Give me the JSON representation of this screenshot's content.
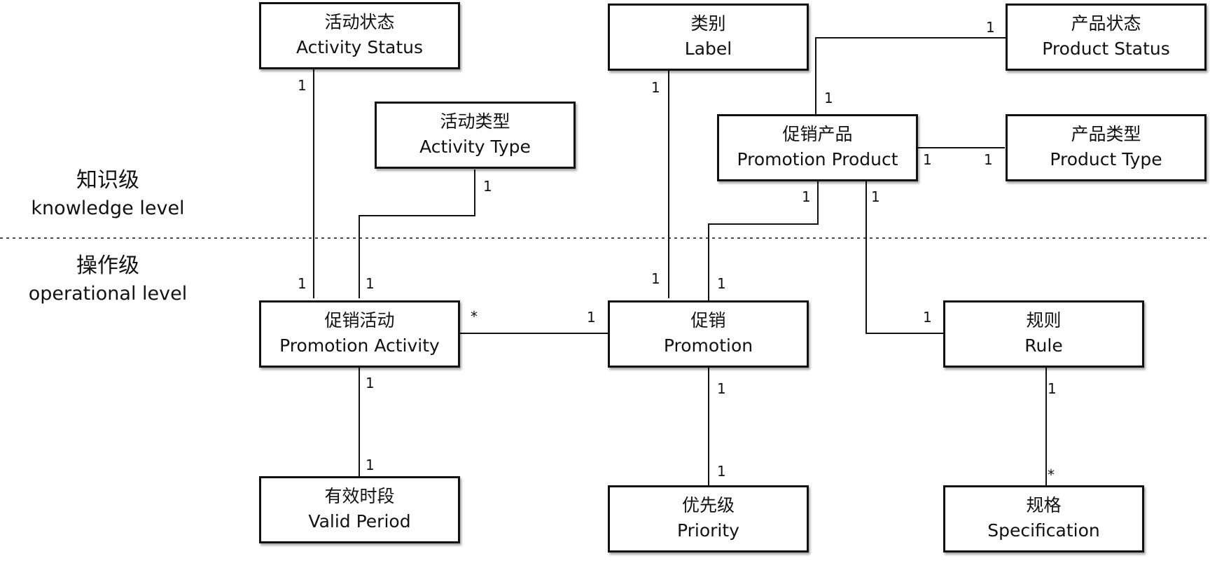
{
  "levels": {
    "knowledge": {
      "zh": "知识级",
      "en": "knowledge level"
    },
    "operational": {
      "zh": "操作级",
      "en": "operational level"
    }
  },
  "boxes": {
    "activity_status": {
      "zh": "活动状态",
      "en": "Activity Status"
    },
    "label": {
      "zh": "类别",
      "en": "Label"
    },
    "product_status": {
      "zh": "产品状态",
      "en": "Product Status"
    },
    "activity_type": {
      "zh": "活动类型",
      "en": "Activity Type"
    },
    "promotion_product": {
      "zh": "促销产品",
      "en": "Promotion Product"
    },
    "product_type": {
      "zh": "产品类型",
      "en": "Product Type"
    },
    "promotion_activity": {
      "zh": "促销活动",
      "en": "Promotion Activity"
    },
    "promotion": {
      "zh": "促销",
      "en": "Promotion"
    },
    "rule": {
      "zh": "规则",
      "en": "Rule"
    },
    "valid_period": {
      "zh": "有效时段",
      "en": "Valid Period"
    },
    "priority": {
      "zh": "优先级",
      "en": "Priority"
    },
    "specification": {
      "zh": "规格",
      "en": "Specification"
    }
  },
  "multiplicities": {
    "activity_status_top": "1",
    "activity_status_bottom": "1",
    "activity_type_top": "1",
    "activity_type_bottom": "1",
    "label_top": "1",
    "label_bottom": "1",
    "product_status_left": "1",
    "product_status_right": "1",
    "product_type_left": "1",
    "product_type_right": "1",
    "product_promotion_top": "1",
    "product_promotion_bottom": "1",
    "product_rule_top": "1",
    "product_rule_right": "1",
    "activity_promotion_star": "*",
    "activity_promotion_one": "1",
    "activity_period_top": "1",
    "activity_period_bottom": "1",
    "promotion_priority_top": "1",
    "promotion_priority_bottom": "1",
    "rule_spec_one": "1",
    "rule_spec_star": "*"
  }
}
